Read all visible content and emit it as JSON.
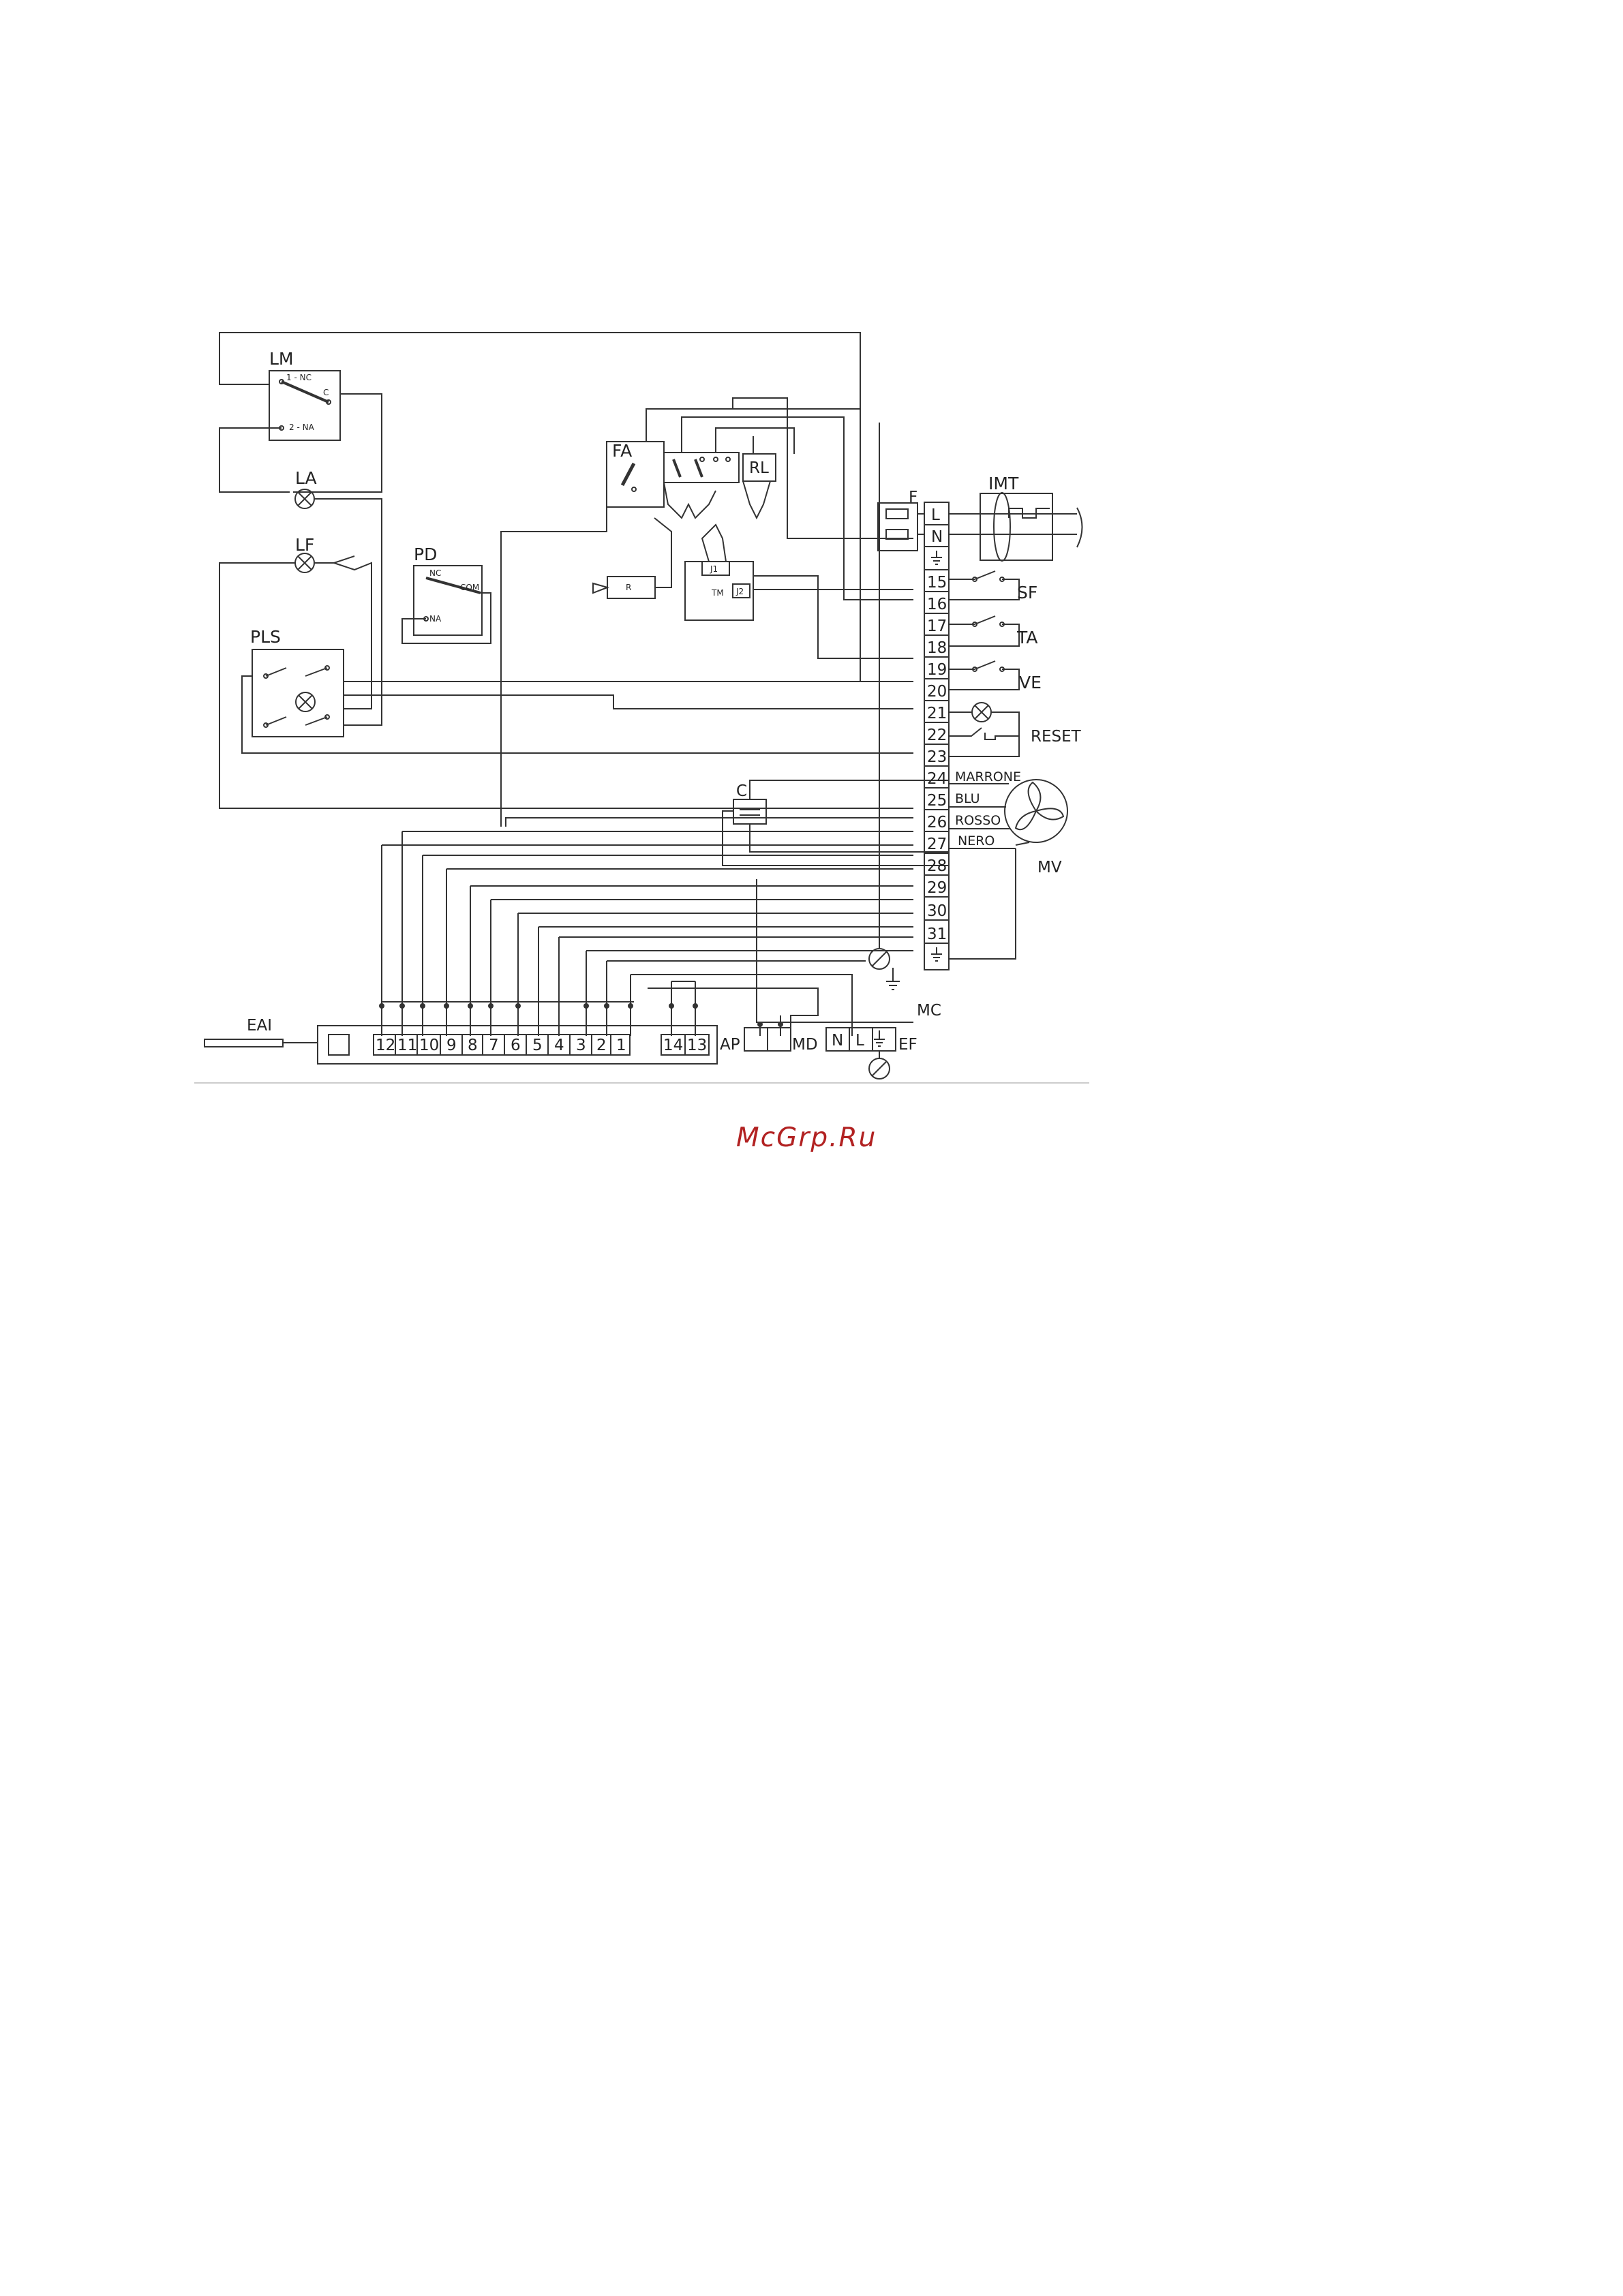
{
  "components": {
    "LM": "LM",
    "LM_nc": "1 - NC",
    "LM_c": "C",
    "LM_na": "2 - NA",
    "LA": "LA",
    "LF": "LF",
    "PD": "PD",
    "PD_nc": "NC",
    "PD_com": "COM",
    "PD_na": "NA",
    "PLS": "PLS",
    "FA": "FA",
    "RL": "RL",
    "R": "R",
    "TM": "TM",
    "J1": "J1",
    "J2": "J2",
    "F": "F",
    "IMT": "IMT",
    "SF": "SF",
    "TA": "TA",
    "VE": "VE",
    "RESET": "RESET",
    "C": "C",
    "MV": "MV",
    "MC": "MC",
    "EAI": "EAI",
    "AP": "AP",
    "MD": "MD",
    "EF": "EF"
  },
  "terminal_block": {
    "top": [
      "L",
      "N"
    ],
    "numbers": [
      "15",
      "16",
      "17",
      "18",
      "19",
      "20",
      "21",
      "22",
      "23",
      "24",
      "25",
      "26",
      "27",
      "28",
      "29",
      "30",
      "31"
    ]
  },
  "motor_wires": [
    "MARRONE",
    "BLU",
    "ROSSO",
    "NERO"
  ],
  "ap_terminals": [
    "12",
    "11",
    "10",
    "9",
    "8",
    "7",
    "6",
    "5",
    "4",
    "3",
    "2",
    "1",
    "14",
    "13"
  ],
  "ef_terminals": [
    "N",
    "L"
  ],
  "watermark": "McGrp.Ru"
}
